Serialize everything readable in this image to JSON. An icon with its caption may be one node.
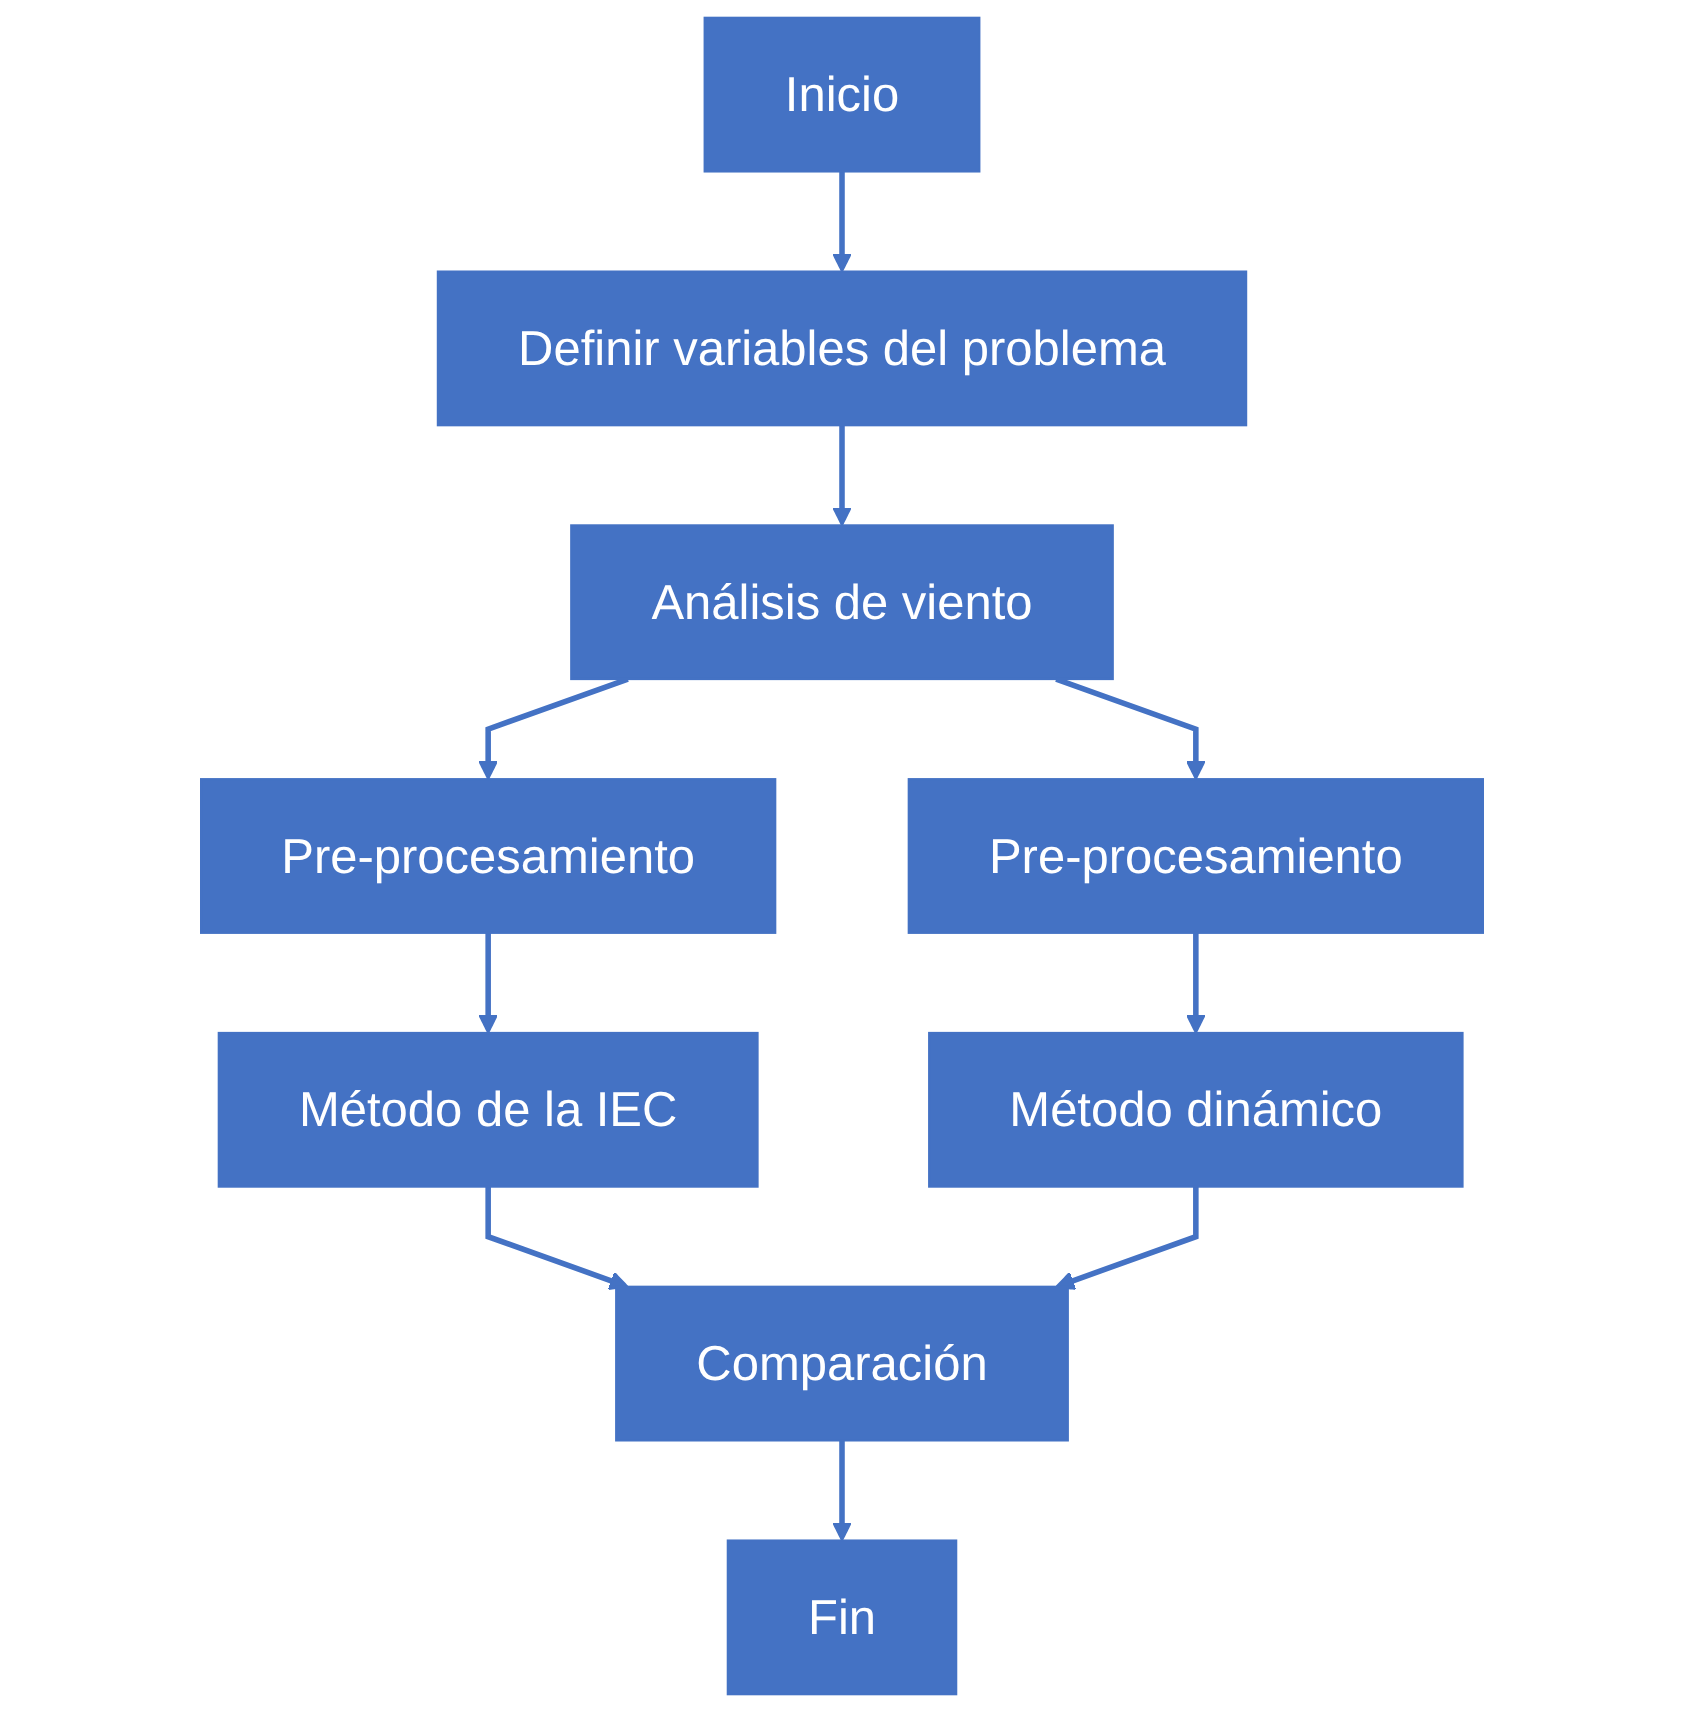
{
  "diagram": {
    "nodes": [
      {
        "text": [
          "Inicio"
        ]
      },
      {
        "text": [
          "Definir variables del problema"
        ]
      },
      {
        "text": [
          "Análisis de viento"
        ]
      },
      {
        "text": [
          "Pre-procesamiento"
        ]
      },
      {
        "text": [
          "Pre-procesamiento"
        ]
      },
      {
        "text": [
          "Método de la IEC"
        ]
      },
      {
        "text": [
          "Método dinámico"
        ]
      },
      {
        "text": [
          "Comparación"
        ]
      },
      {
        "text": [
          "Fin"
        ]
      }
    ],
    "edges": [
      {
        "from": 0,
        "to": 1,
        "arrow": "to"
      },
      {
        "from": 1,
        "to": 2,
        "arrow": "to"
      },
      {
        "from": 2,
        "to": 3,
        "arrow": "to"
      },
      {
        "from": 2,
        "to": 4,
        "arrow": "to"
      },
      {
        "from": 3,
        "to": 5,
        "arrow": "to"
      },
      {
        "from": 4,
        "to": 6,
        "arrow": "to"
      },
      {
        "from": 5,
        "to": 7,
        "arrow": "to"
      },
      {
        "from": 6,
        "to": 7,
        "arrow": "to"
      },
      {
        "from": 7,
        "to": 8,
        "arrow": "to"
      }
    ]
  }
}
